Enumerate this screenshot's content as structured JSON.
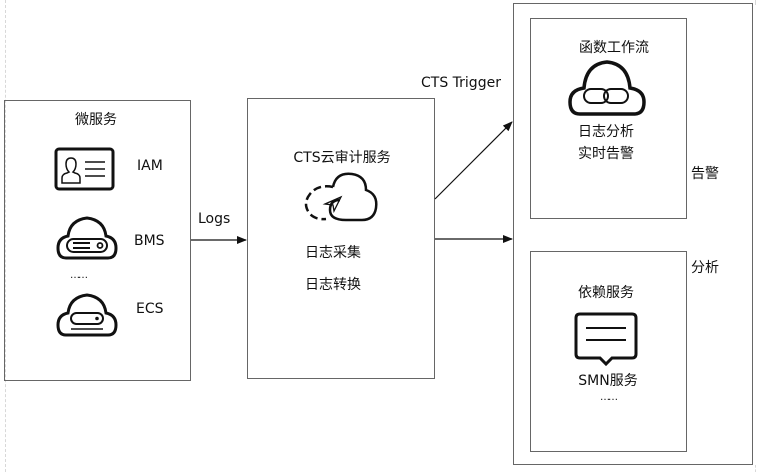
{
  "microservices": {
    "title": "微服务",
    "items": [
      {
        "label": "IAM",
        "icon": "id-card-icon"
      },
      {
        "label": "BMS",
        "icon": "cloud-server-icon"
      },
      {
        "label": "ECS",
        "icon": "cloud-disk-icon"
      }
    ],
    "ellipsis": "……"
  },
  "edges": {
    "logs": "Logs",
    "cts_trigger": "CTS Trigger",
    "alert": "告警",
    "analysis": "分析"
  },
  "cts": {
    "title": "CTS云审计服务",
    "icon": "cloud-send-icon",
    "lines": [
      "日志采集",
      "日志转换"
    ]
  },
  "function_workflow": {
    "title": "函数工作流",
    "icon": "cloud-link-icon",
    "lines": [
      "日志分析",
      "实时告警"
    ]
  },
  "dependent_services": {
    "title": "依赖服务",
    "icon": "message-icon",
    "label": "SMN服务",
    "ellipsis": "……"
  }
}
